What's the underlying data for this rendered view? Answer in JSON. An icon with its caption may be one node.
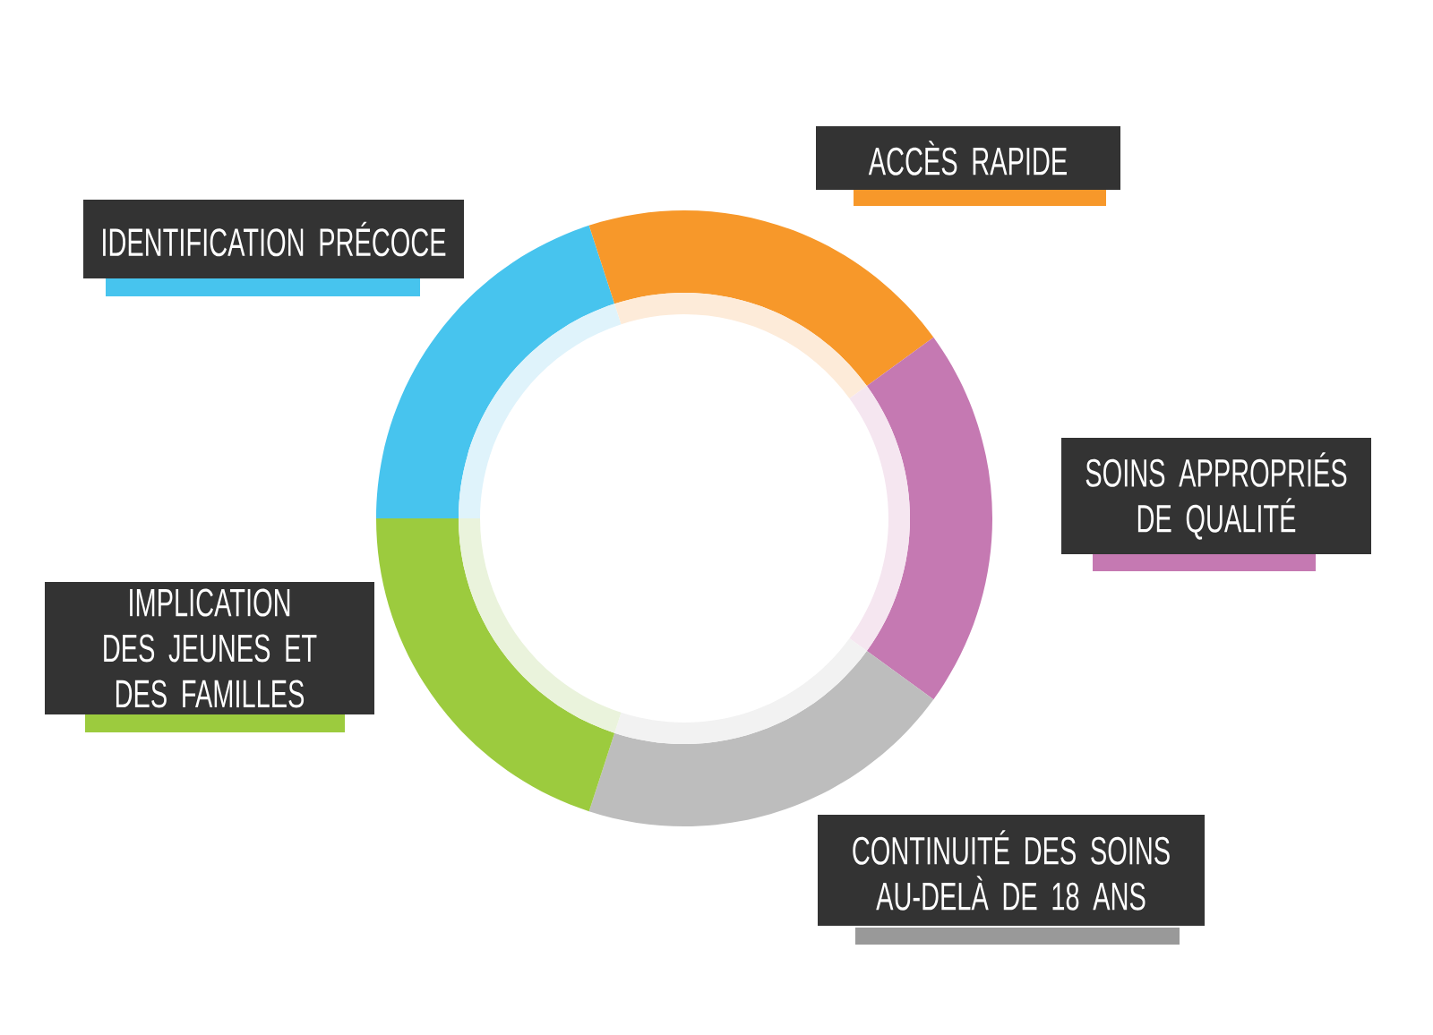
{
  "diagram": {
    "nodes": [
      {
        "text": [
          "ACCÈS RAPIDE"
        ]
      },
      {
        "text": [
          "IDENTIFICATION PRÉCOCE"
        ]
      },
      {
        "text": [
          "SOINS APPROPRIÉS DE QUALITÉ"
        ]
      },
      {
        "text": [
          "IMPLICATION DES JEUNES ET DES FAMILLES"
        ]
      },
      {
        "text": [
          "CONTINUITÉ DES SOINS AU-DELÀ DE 18 ANS"
        ]
      }
    ]
  }
}
